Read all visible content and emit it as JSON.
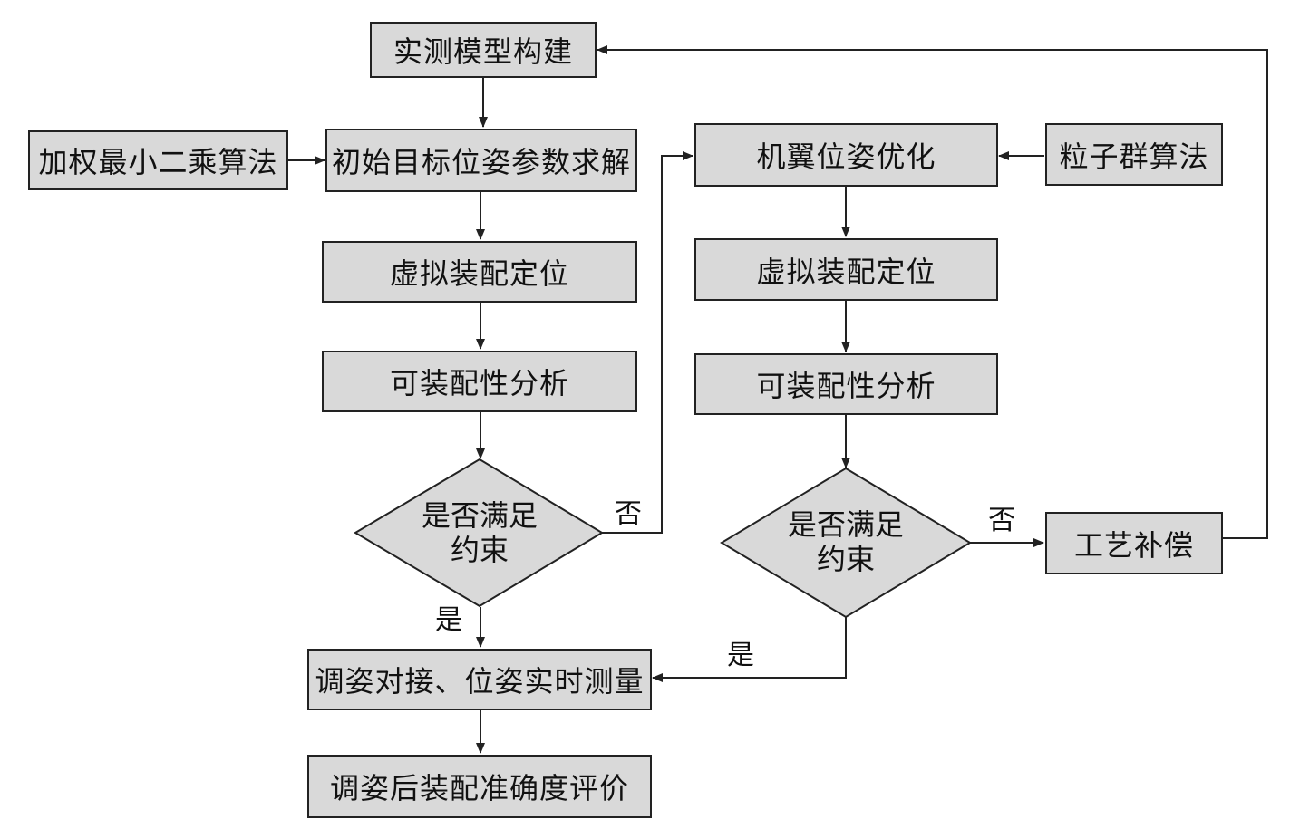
{
  "nodes": {
    "build_model": "实测模型构建",
    "wls": "加权最小二乘算法",
    "init_solve": "初始目标位姿参数求解",
    "virt_assembly_left": "虚拟装配定位",
    "assemblability_left": "可装配性分析",
    "decision_left": [
      "是否满足",
      "约束"
    ],
    "adjust_measure": "调姿对接、位姿实时测量",
    "evaluate": "调姿后装配准确度评价",
    "wing_opt": "机翼位姿优化",
    "pso": "粒子群算法",
    "virt_assembly_right": "虚拟装配定位",
    "assemblability_right": "可装配性分析",
    "decision_right": [
      "是否满足",
      "约束"
    ],
    "compensation": "工艺补偿"
  },
  "edge_labels": {
    "left_no": "否",
    "left_yes": "是",
    "right_no": "否",
    "right_yes": "是"
  },
  "colors": {
    "node_fill": "#d9d9d9",
    "stroke": "#222222"
  }
}
